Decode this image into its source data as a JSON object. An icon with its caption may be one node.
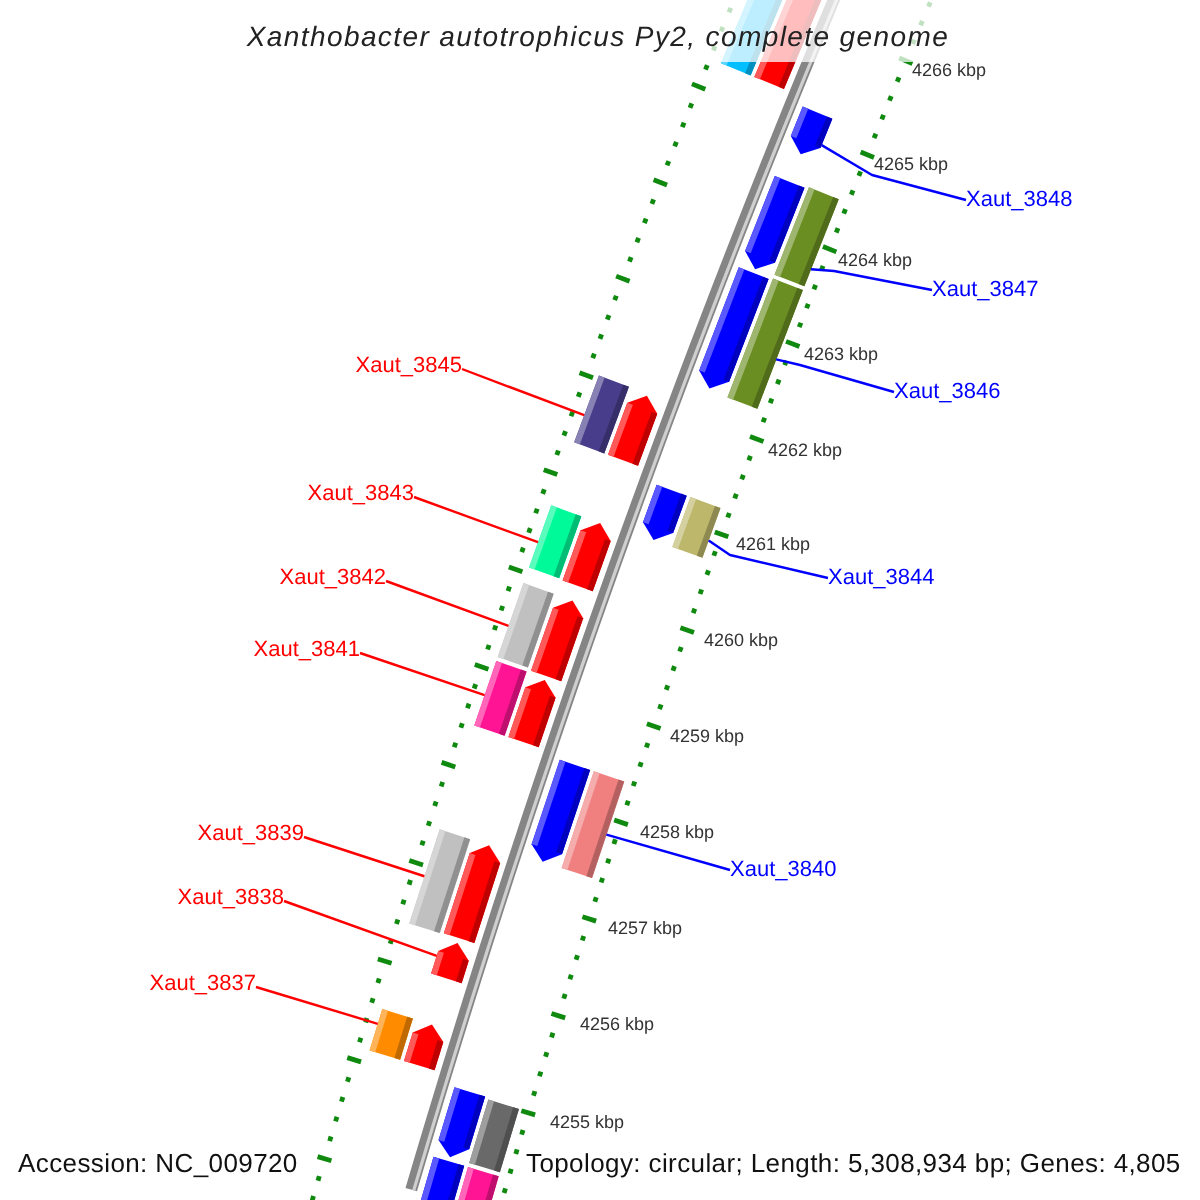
{
  "diagram": {
    "title": "Xanthobacter autotrophicus Py2, complete genome",
    "nodes": [
      {
        "text": [
          "Xaut_3848"
        ]
      },
      {
        "text": [
          "Xaut_3847"
        ]
      },
      {
        "text": [
          "Xaut_3845"
        ]
      },
      {
        "text": [
          "Xaut_3846"
        ]
      },
      {
        "text": [
          "Xaut_3843"
        ]
      },
      {
        "text": [
          "Xaut_3842"
        ]
      },
      {
        "text": [
          "Xaut_3844"
        ]
      },
      {
        "text": [
          "Xaut_3841"
        ]
      },
      {
        "text": [
          "Xaut_3839"
        ]
      },
      {
        "text": [
          "Xaut_3840"
        ]
      },
      {
        "text": [
          "Xaut_3838"
        ]
      },
      {
        "text": [
          "Xaut_3837"
        ]
      },
      {
        "text": [],
        "shape": "box"
      },
      {
        "text": [],
        "shape": "box"
      },
      {
        "text": [],
        "shape": "arrow"
      },
      {
        "text": [],
        "shape": "arrow"
      },
      {
        "text": [],
        "shape": "box"
      },
      {
        "text": [],
        "shape": "arrow"
      },
      {
        "text": [],
        "shape": "box"
      },
      {
        "text": [],
        "shape": "box"
      },
      {
        "text": [],
        "shape": "arrow"
      },
      {
        "text": [],
        "shape": "arrow"
      },
      {
        "text": [],
        "shape": "box"
      },
      {
        "text": [],
        "shape": "box"
      },
      {
        "text": [],
        "shape": "arrow"
      },
      {
        "text": [],
        "shape": "box"
      },
      {
        "text": [],
        "shape": "arrow"
      },
      {
        "text": [],
        "shape": "box"
      },
      {
        "text": [],
        "shape": "arrow"
      },
      {
        "text": [],
        "shape": "arrow"
      },
      {
        "text": [],
        "shape": "box"
      },
      {
        "text": [],
        "shape": "box"
      },
      {
        "text": [],
        "shape": "arrow"
      },
      {
        "text": [],
        "shape": "arrow"
      },
      {
        "text": [],
        "shape": "box"
      },
      {
        "text": [],
        "shape": "arrow"
      },
      {
        "text": [],
        "shape": "arrow"
      },
      {
        "text": [],
        "shape": "box"
      },
      {
        "text": [],
        "shape": "box"
      },
      {
        "text": [],
        "shape": "box"
      }
    ],
    "edges": [
      {
        "from": 0,
        "to": 14,
        "arrow": "none",
        "color": "#0000ff"
      },
      {
        "from": 1,
        "to": 16,
        "arrow": "none",
        "color": "#0000ff"
      },
      {
        "from": 2,
        "to": 19,
        "arrow": "none"
      },
      {
        "from": 3,
        "to": 18,
        "arrow": "none",
        "color": "#0000ff"
      },
      {
        "from": 4,
        "to": 23,
        "arrow": "none"
      },
      {
        "from": 5,
        "to": 25,
        "arrow": "none"
      },
      {
        "from": 6,
        "to": 22,
        "arrow": "none",
        "color": "#0000ff"
      },
      {
        "from": 7,
        "to": 27,
        "arrow": "none"
      },
      {
        "from": 8,
        "to": 31,
        "arrow": "none"
      },
      {
        "from": 9,
        "to": 30,
        "arrow": "none",
        "color": "#0000ff"
      },
      {
        "from": 10,
        "to": 33,
        "arrow": "none"
      },
      {
        "from": 11,
        "to": 34,
        "arrow": "none"
      }
    ],
    "labels": [
      "4266 kbp",
      "4265 kbp",
      "4264 kbp",
      "4263 kbp",
      "4262 kbp",
      "4261 kbp",
      "4260 kbp",
      "4259 kbp",
      "4258 kbp",
      "4257 kbp",
      "4256 kbp",
      "4255 kbp",
      "Accession: NC_009720",
      "Topology: circular; Length: 5,308,934 bp; Genes: 4,805"
    ]
  }
}
